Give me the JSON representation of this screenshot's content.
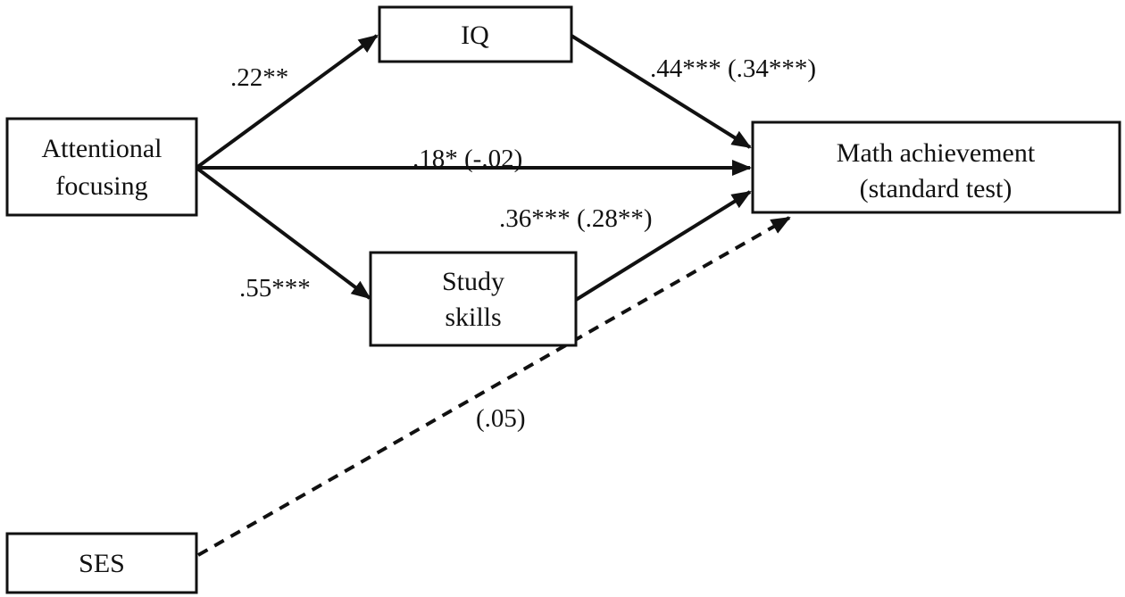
{
  "nodes": {
    "attentional_focusing": {
      "line1": "Attentional",
      "line2": "focusing"
    },
    "iq": {
      "label": "IQ"
    },
    "study_skills": {
      "line1": "Study",
      "line2": "skills"
    },
    "math_achievement": {
      "line1": "Math achievement",
      "line2": "(standard test)"
    },
    "ses": {
      "label": "SES"
    }
  },
  "edges": {
    "attention_to_iq": ".22**",
    "attention_to_math": ".18* (-.02)",
    "attention_to_study": ".55***",
    "iq_to_math": ".44*** (.34***)",
    "study_to_math": ".36*** (.28**)",
    "ses_to_math": "(.05)"
  },
  "colors": {
    "ink": "#111111",
    "background": "#ffffff"
  }
}
